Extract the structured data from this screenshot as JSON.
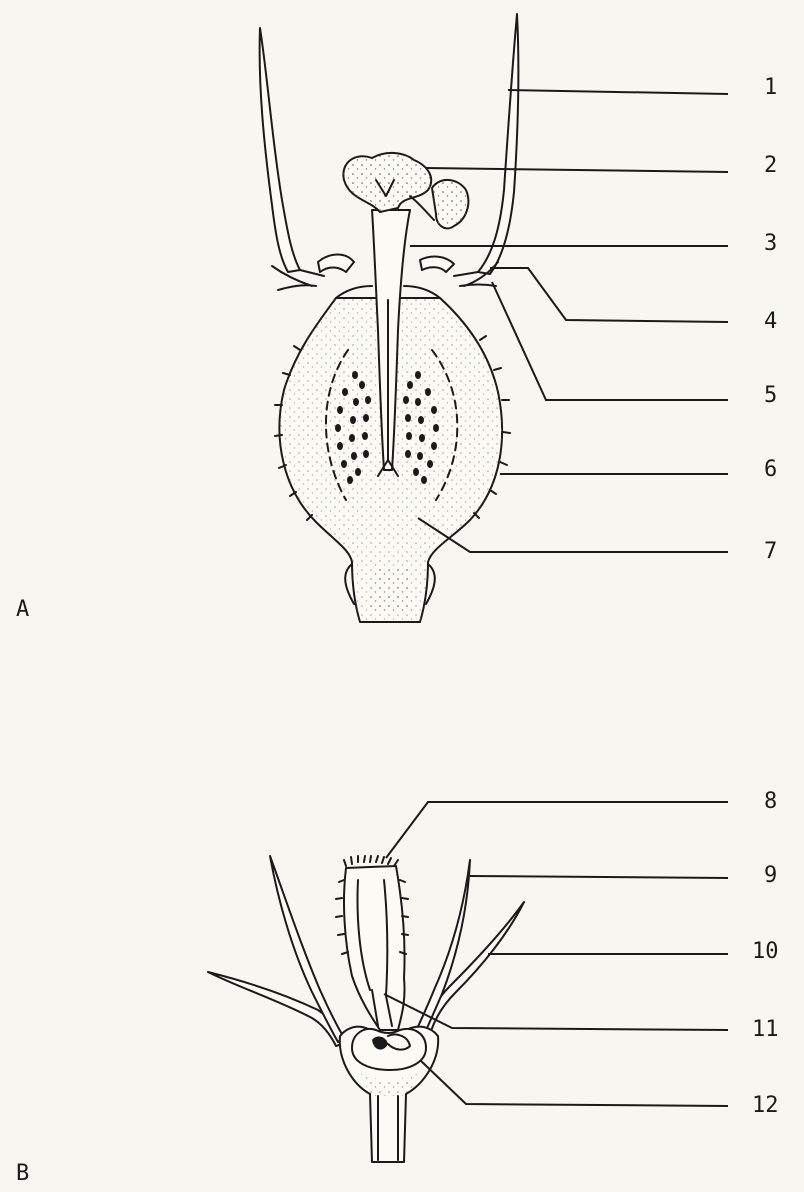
{
  "figure": {
    "panel_a": {
      "letter": "A",
      "callouts": [
        "1",
        "2",
        "3",
        "4",
        "5",
        "6",
        "7"
      ]
    },
    "panel_b": {
      "letter": "B",
      "callouts": [
        "8",
        "9",
        "10",
        "11",
        "12"
      ]
    }
  },
  "colors": {
    "ink": "#1a1a1a",
    "paper": "#f7f6f1"
  }
}
